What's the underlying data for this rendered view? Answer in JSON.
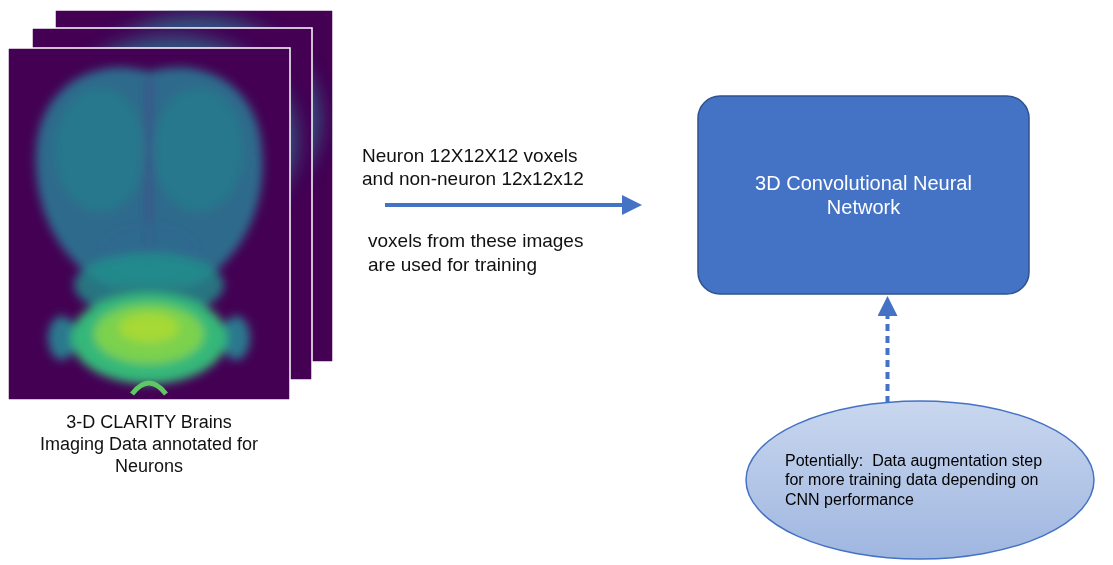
{
  "diagram": {
    "nodes": [
      {
        "text": [
          "3-D CLARITY Brains Imaging Data annotated for Neurons"
        ]
      },
      {
        "text": [
          "3D Convolutional Neural Network"
        ]
      },
      {
        "text": [
          "Potentially:  Data augmentation step for more training data depending on CNN performance"
        ]
      }
    ],
    "edges": [
      {
        "from": 0,
        "to": 1,
        "arrow": "to",
        "label": "Neuron 12X12X12 voxels and non-neuron 12x12x12"
      },
      {
        "from": 2,
        "to": 1,
        "arrow": "to"
      }
    ],
    "labels": [
      "voxels from these images are used for training"
    ]
  }
}
